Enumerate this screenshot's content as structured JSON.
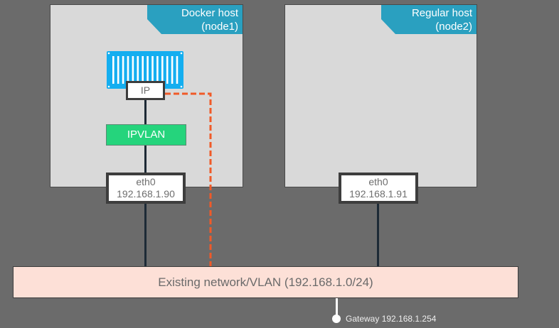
{
  "hosts": [
    {
      "title_line1": "Docker host",
      "title_line2": "(node1)"
    },
    {
      "title_line1": "Regular host",
      "title_line2": "(node2)"
    }
  ],
  "container": {
    "icon": "shipping-container-icon",
    "ip_label": "IP",
    "driver_label": "IPVLAN"
  },
  "interfaces": [
    {
      "name": "eth0",
      "ip": "192.168.1.90"
    },
    {
      "name": "eth0",
      "ip": "192.168.1.91"
    }
  ],
  "network": {
    "label": "Existing network/VLAN (192.168.1.0/24)"
  },
  "gateway": {
    "label": "Gateway",
    "ip": "192.168.1.254"
  },
  "colors": {
    "background": "#6b6b6b",
    "host_fill": "#d9d9d9",
    "host_tag": "#2aa0c0",
    "container": "#14aef0",
    "ipvlan": "#25d47c",
    "network_fill": "#fde0d7",
    "dashed_link": "#f05a28",
    "wire": "#1d2a36"
  }
}
